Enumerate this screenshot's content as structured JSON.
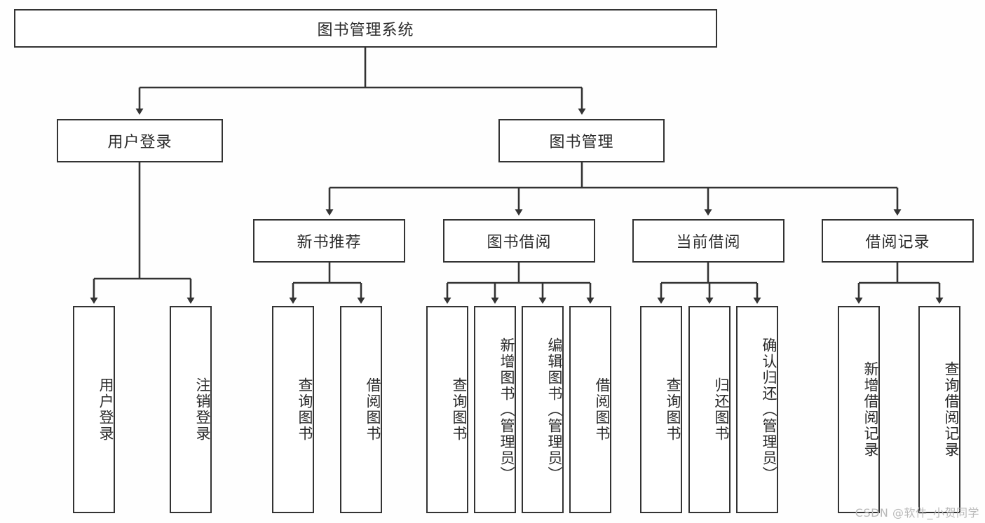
{
  "diagram": {
    "type": "tree-hierarchy-chart",
    "title_node": "图书管理系统",
    "line_color": "#333333",
    "box_fill": "#ffffff",
    "text_color": "#2b2b2b",
    "nodes": {
      "root": "图书管理系统",
      "level2": [
        {
          "label": "用户登录"
        },
        {
          "label": "图书管理"
        }
      ],
      "level3": [
        {
          "label": "新书推荐"
        },
        {
          "label": "图书借阅"
        },
        {
          "label": "当前借阅"
        },
        {
          "label": "借阅记录"
        }
      ],
      "leaves": {
        "user_login": [
          {
            "label": "用户登录"
          },
          {
            "label": "注销登录"
          }
        ],
        "new_book_recommend": [
          {
            "label": "查询图书"
          },
          {
            "label": "借阅图书"
          }
        ],
        "book_borrow": [
          {
            "label": "查询图书"
          },
          {
            "label": "新增图书（管理员）"
          },
          {
            "label": "编辑图书（管理员）"
          },
          {
            "label": "借阅图书"
          }
        ],
        "current_borrow": [
          {
            "label": "查询图书"
          },
          {
            "label": "归还图书"
          },
          {
            "label": "确认归还（管理员）"
          }
        ],
        "borrow_record": [
          {
            "label": "新增借阅记录"
          },
          {
            "label": "查询借阅记录"
          }
        ]
      }
    }
  },
  "watermark": {
    "text": "CSDN @软件_小贺同学"
  }
}
